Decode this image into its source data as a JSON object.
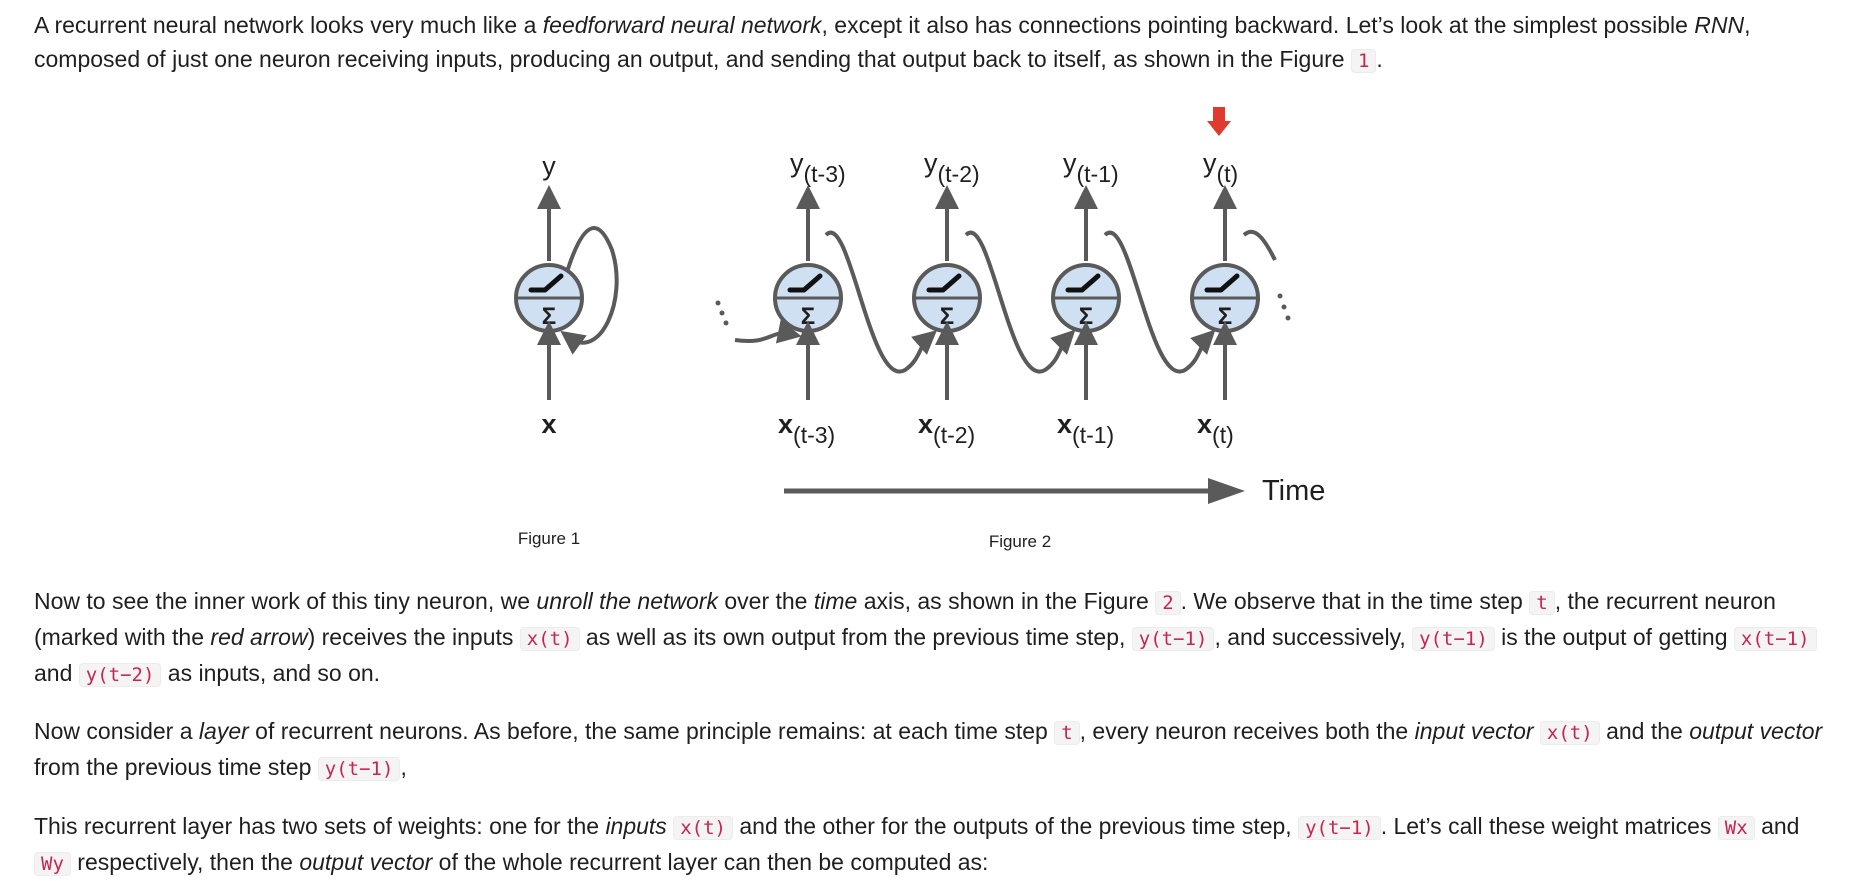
{
  "p1": {
    "t1": "A recurrent neural network looks very much like a ",
    "e1": "feedforward neural network",
    "t2": ", except it also has connections pointing backward. Let’s look at the simplest possible ",
    "e2": "RNN",
    "t3": ", composed of just one neuron receiving inputs, producing an output, and sending that output back to itself, as shown in the Figure ",
    "c1": "1",
    "t4": "."
  },
  "figure": {
    "fig1": {
      "y": "y",
      "x": "x",
      "caption": "Figure 1"
    },
    "fig2": {
      "caption": "Figure 2",
      "time_label": "Time",
      "steps": [
        {
          "y": "y",
          "ysub": "(t-3)",
          "x": "x",
          "xsub": "(t-3)"
        },
        {
          "y": "y",
          "ysub": "(t-2)",
          "x": "x",
          "xsub": "(t-2)"
        },
        {
          "y": "y",
          "ysub": "(t-1)",
          "x": "x",
          "xsub": "(t-1)"
        },
        {
          "y": "y",
          "ysub": "(t)",
          "x": "x",
          "xsub": "(t)"
        }
      ],
      "sigma": "Σ"
    },
    "colors": {
      "red_arrow": "#e03a2f",
      "neuron_fill": "#cfe0f3",
      "stroke": "#5a5a5a"
    }
  },
  "p2": {
    "t1": "Now to see the inner work of this tiny neuron, we ",
    "e1": "unroll the network",
    "t2": " over the ",
    "e2": "time",
    "t3": " axis, as shown in the Figure ",
    "c1": "2",
    "t4": ". We observe that in the time step ",
    "c2": "t",
    "t5": ", the recurrent neuron (marked with the ",
    "e3": "red arrow",
    "t6": ") receives the inputs ",
    "c3": "x(t)",
    "t7": " as well as its own output from the previous time step, ",
    "c4": "y(t−1)",
    "t8": ", and successively, ",
    "c5": "y(t−1)",
    "t9": " is the output of getting ",
    "c6": "x(t−1)",
    "t10": " and ",
    "c7": "y(t−2)",
    "t11": " as inputs, and so on."
  },
  "p3": {
    "t1": "Now consider a ",
    "e1": "layer",
    "t2": " of recurrent neurons. As before, the same principle remains: at each time step ",
    "c1": "t",
    "t3": ", every neuron receives both the ",
    "e2": "input vector",
    "t4": " ",
    "c2": "x(t)",
    "t5": " and the ",
    "e3": "output vector",
    "t6": " from the previous time step ",
    "c3": "y(t−1)",
    "t7": ","
  },
  "p4": {
    "t1": "This recurrent layer has two sets of weights: one for the ",
    "e1": "inputs",
    "t2": " ",
    "c1": "x(t)",
    "t3": " and the other for the outputs of the previous time step, ",
    "c2": "y(t−1)",
    "t4": ". Let’s call these weight matrices ",
    "c3": "Wx",
    "t5": " and ",
    "c4": "Wy",
    "t6": " respectively, then the ",
    "e2": "output vector",
    "t7": " of the whole recurrent layer can then be computed as:"
  }
}
